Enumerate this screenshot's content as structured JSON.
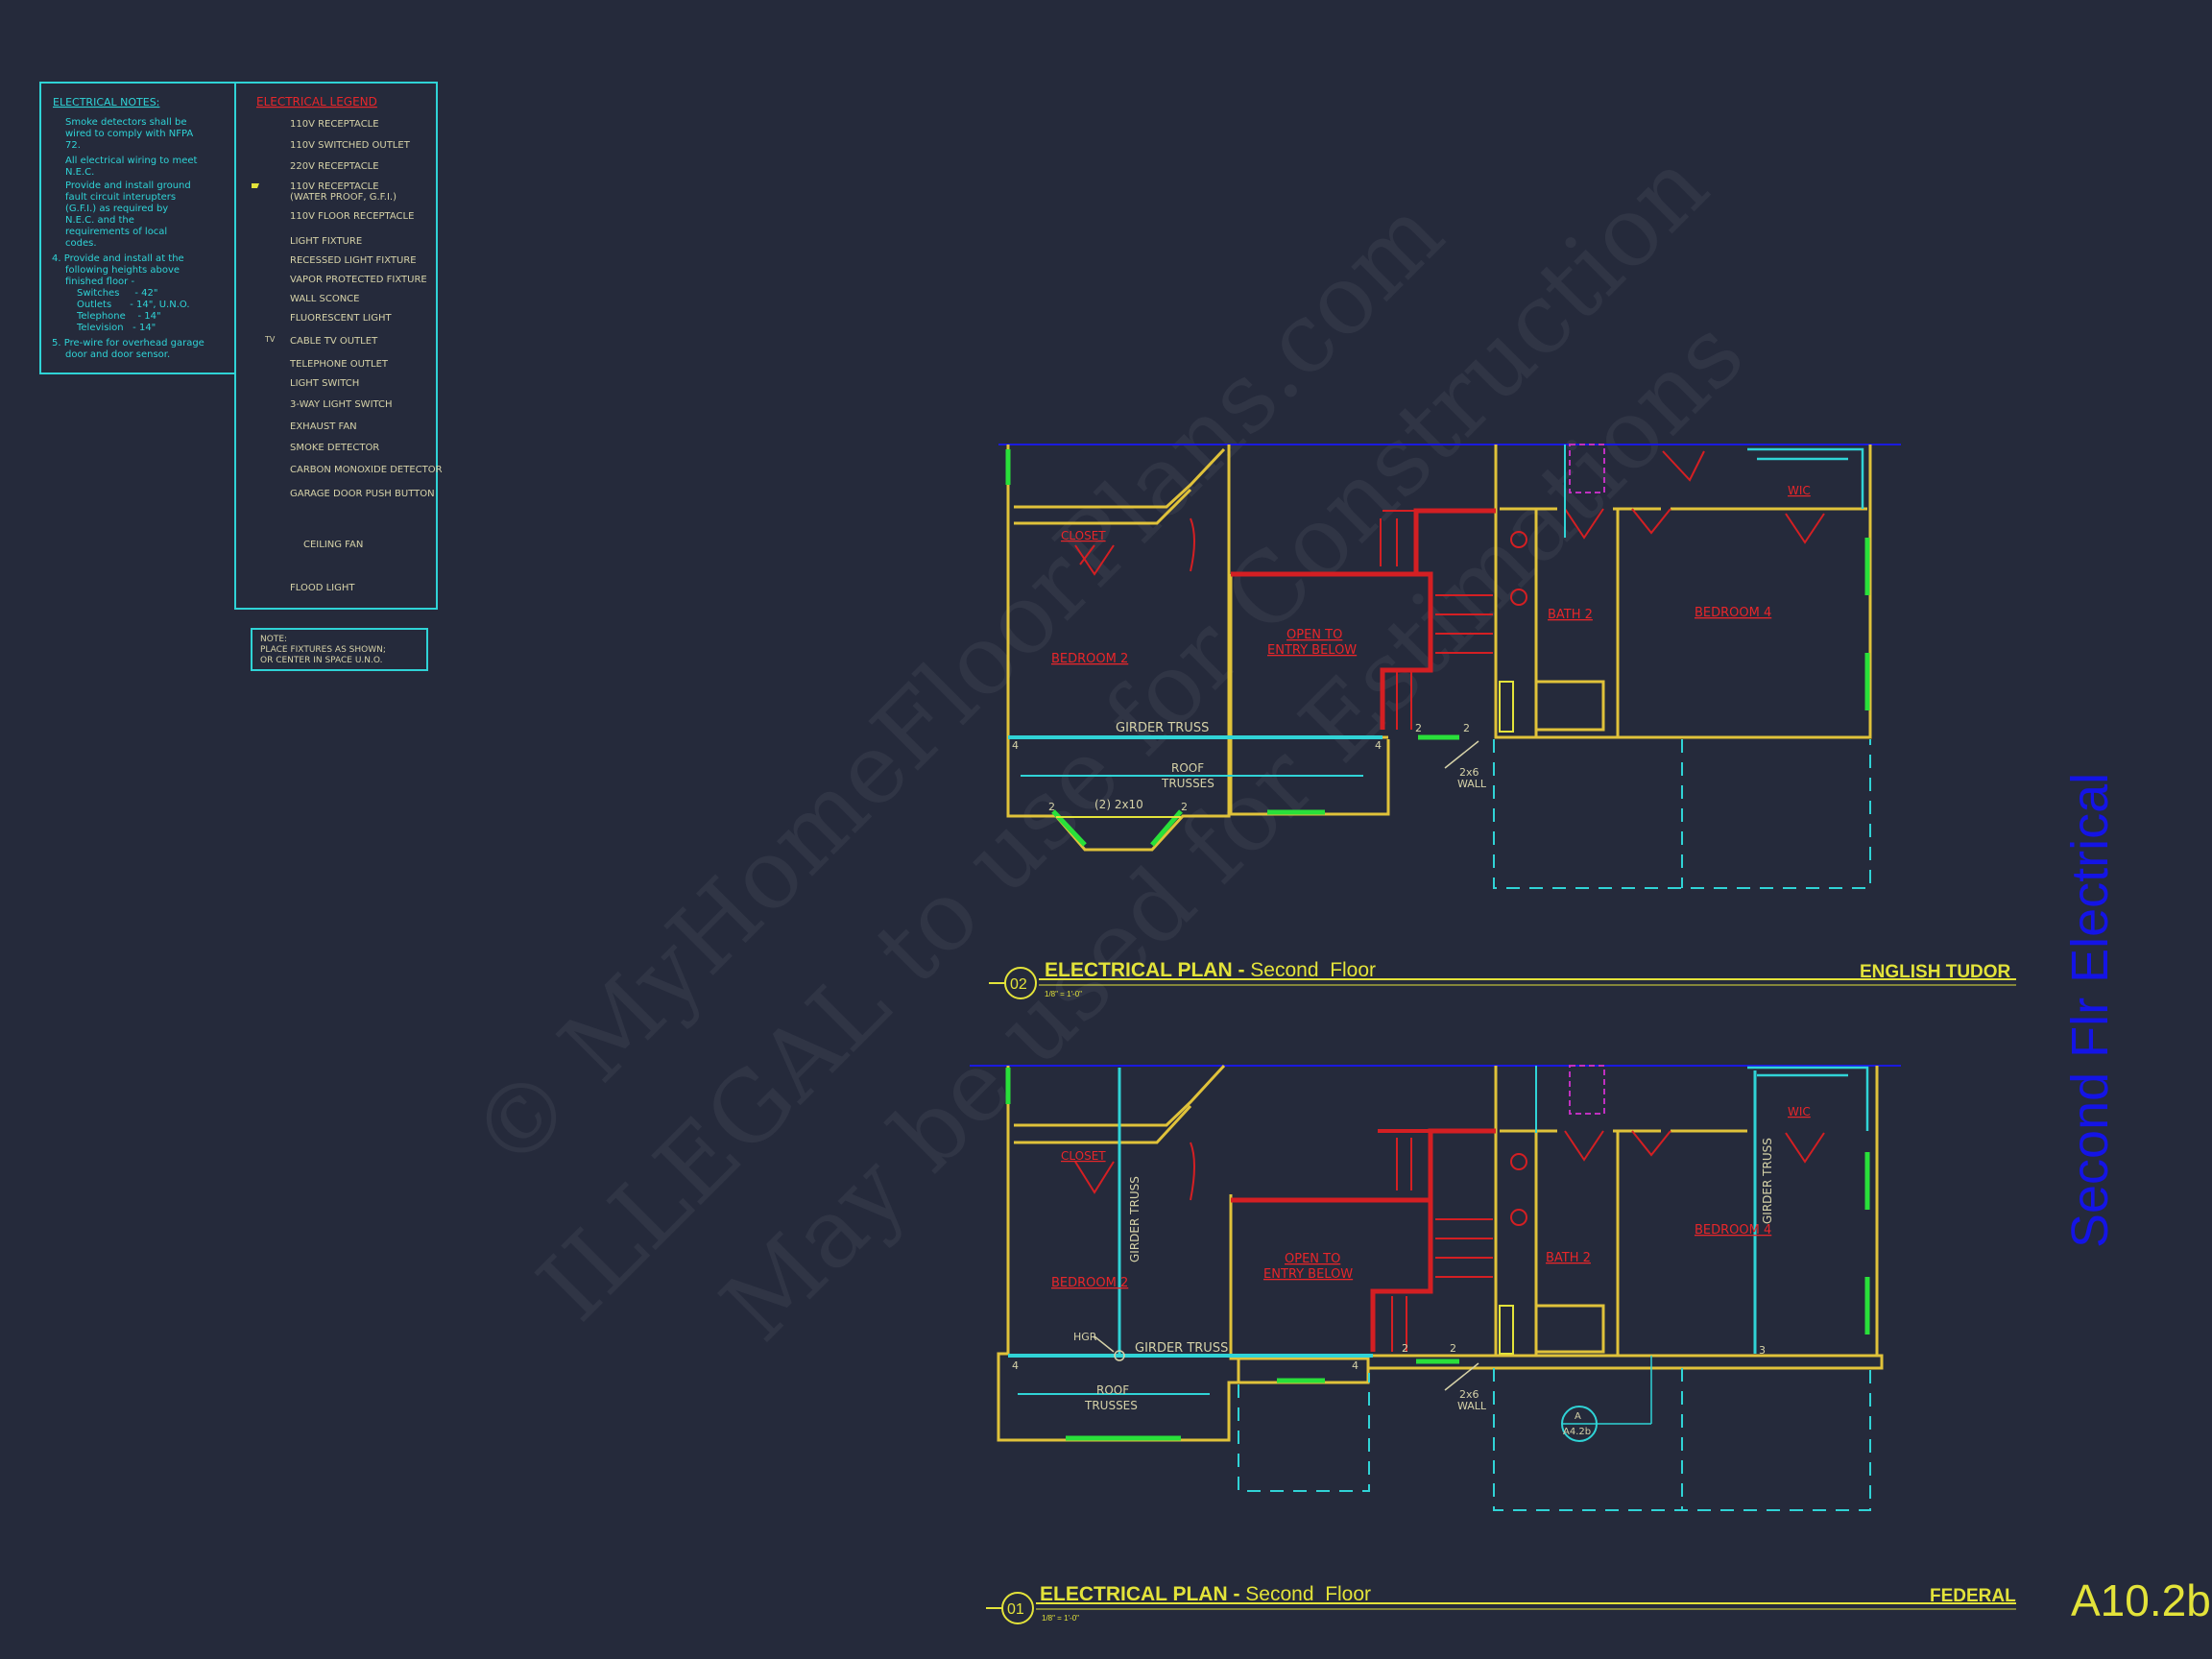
{
  "notes": {
    "title": "ELECTRICAL NOTES:",
    "lines": [
      "Smoke detectors shall be",
      "wired to comply with NFPA",
      "72.",
      "All electrical wiring to meet",
      "N.E.C.",
      "Provide and install ground",
      "fault circuit interupters",
      "(G.F.I.) as required by",
      "N.E.C. and the",
      "requirements of local",
      "codes.",
      "4. Provide and install at the",
      "following heights above",
      "finished floor -",
      "Switches     - 42\"",
      "Outlets      - 14\", U.N.O.",
      "Telephone    - 14\"",
      "Television   - 14\"",
      "5. Pre-wire for overhead garage",
      "door and door sensor."
    ]
  },
  "legend": {
    "title": "ELECTRICAL LEGEND",
    "items": [
      "110V RECEPTACLE",
      "110V SWITCHED OUTLET",
      "220V RECEPTACLE",
      "110V RECEPTACLE",
      "(WATER PROOF, G.F.I.)",
      "110V FLOOR RECEPTACLE",
      "LIGHT FIXTURE",
      "RECESSED LIGHT FIXTURE",
      "VAPOR PROTECTED FIXTURE",
      "WALL SCONCE",
      "FLUORESCENT LIGHT",
      "CABLE TV OUTLET",
      "TELEPHONE OUTLET",
      "LIGHT SWITCH",
      "3-WAY LIGHT SWITCH",
      "EXHAUST FAN",
      "SMOKE DETECTOR",
      "CARBON MONOXIDE DETECTOR",
      "GARAGE DOOR PUSH BUTTON",
      "CEILING FAN",
      "FLOOD LIGHT"
    ],
    "tv_symbol": "TV"
  },
  "note_box": {
    "line1": "NOTE:",
    "line2": "PLACE FIXTURES AS SHOWN;",
    "line3": "OR CENTER IN SPACE U.N.O."
  },
  "plan_upper": {
    "rooms": {
      "closet": "CLOSET",
      "bedroom2": "BEDROOM 2",
      "open1": "OPEN TO",
      "open2": "ENTRY BELOW",
      "bath2": "BATH 2",
      "bedroom4": "BEDROOM 4",
      "wic": "WIC"
    },
    "labels": {
      "girder": "GIRDER TRUSS",
      "roof1": "ROOF",
      "roof2": "TRUSSES",
      "joist": "(2) 2x10",
      "wall1": "2x6",
      "wall2": "WALL",
      "n4a": "4",
      "n4b": "4",
      "n2a": "2",
      "n2b": "2",
      "n2c": "2",
      "n2d": "2"
    },
    "title": {
      "num": "02",
      "label": "ELECTRICAL PLAN",
      "dash": " - ",
      "sub": "Second  Floor",
      "scale": "1/8\" = 1'-0\"",
      "style": "ENGLISH TUDOR"
    }
  },
  "plan_lower": {
    "rooms": {
      "closet": "CLOSET",
      "bedroom2": "BEDROOM 2",
      "open1": "OPEN TO",
      "open2": "ENTRY BELOW",
      "bath2": "BATH 2",
      "bedroom4": "BEDROOM 4",
      "wic": "WIC"
    },
    "labels": {
      "girder": "GIRDER TRUSS",
      "girder_v1": "GIRDER TRUSS",
      "girder_v2": "GIRDER TRUSS",
      "hgr": "HGR",
      "roof1": "ROOF",
      "roof2": "TRUSSES",
      "wall1": "2x6",
      "wall2": "WALL",
      "sec_a": "A",
      "sec_ref": "A4.2b",
      "n4a": "4",
      "n4b": "4",
      "n2a": "2",
      "n2b": "2",
      "n3": "3"
    },
    "title": {
      "num": "01",
      "label": "ELECTRICAL PLAN",
      "dash": " - ",
      "sub": "Second  Floor",
      "scale": "1/8\" = 1'-0\"",
      "style": "FEDERAL"
    }
  },
  "sheet": {
    "side_title": "Second Flr Electrical",
    "number": "A10.2b"
  },
  "watermark": {
    "line1": "© MyHomeFloorPlans.com",
    "line2": "ILLEGAL to use for Construction",
    "line3": "May be used for Estimations"
  },
  "colors": {
    "background": "#252a3b",
    "cyan": "#2fd3d6",
    "red": "#e8262a",
    "yellow": "#e3e33a",
    "green": "#29e03a",
    "blue": "#1a1ae0"
  }
}
